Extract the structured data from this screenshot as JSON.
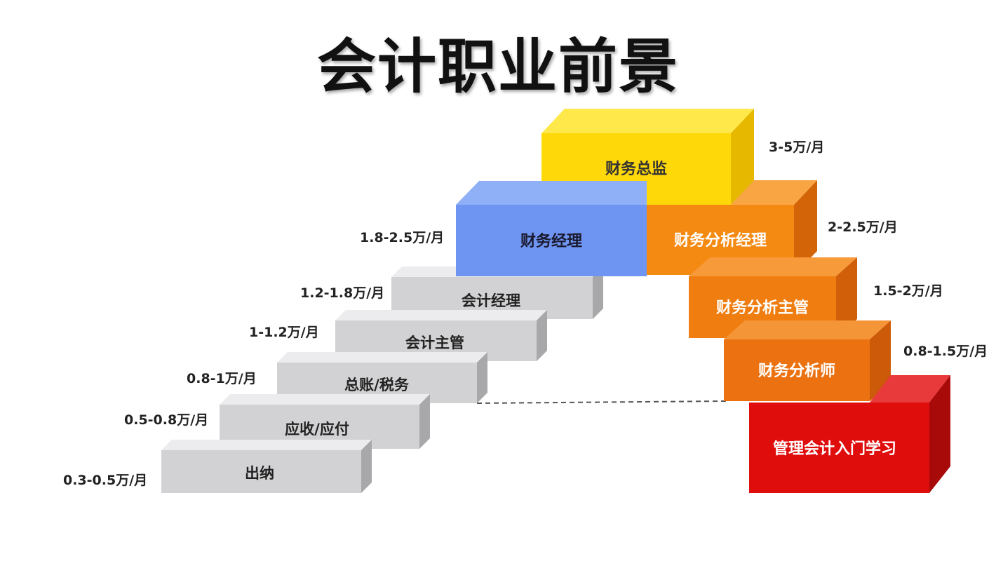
{
  "title": "会计职业前景",
  "colors": {
    "gray": "#d2d2d4",
    "blue": "#6f95f2",
    "yellow": "#ffd80a",
    "orange": "#f58a12",
    "orange_mid": "#f07d10",
    "orange_dark": "#ec7110",
    "red": "#e00d0d"
  },
  "accounting_path": [
    {
      "role": "出纳",
      "salary": "0.3-0.5万/月"
    },
    {
      "role": "应收/应付",
      "salary": "0.5-0.8万/月"
    },
    {
      "role": "总账/税务",
      "salary": "0.8-1万/月"
    },
    {
      "role": "会计主管",
      "salary": "1-1.2万/月"
    },
    {
      "role": "会计经理",
      "salary": "1.2-1.8万/月"
    },
    {
      "role": "财务经理",
      "salary": "1.8-2.5万/月"
    }
  ],
  "top": {
    "role": "财务总监",
    "salary": "3-5万/月"
  },
  "analysis_path": [
    {
      "role": "管理会计入门学习"
    },
    {
      "role": "财务分析师",
      "salary": "0.8-1.5万/月"
    },
    {
      "role": "财务分析主管",
      "salary": "1.5-2万/月"
    },
    {
      "role": "财务分析经理",
      "salary": "2-2.5万/月"
    }
  ]
}
